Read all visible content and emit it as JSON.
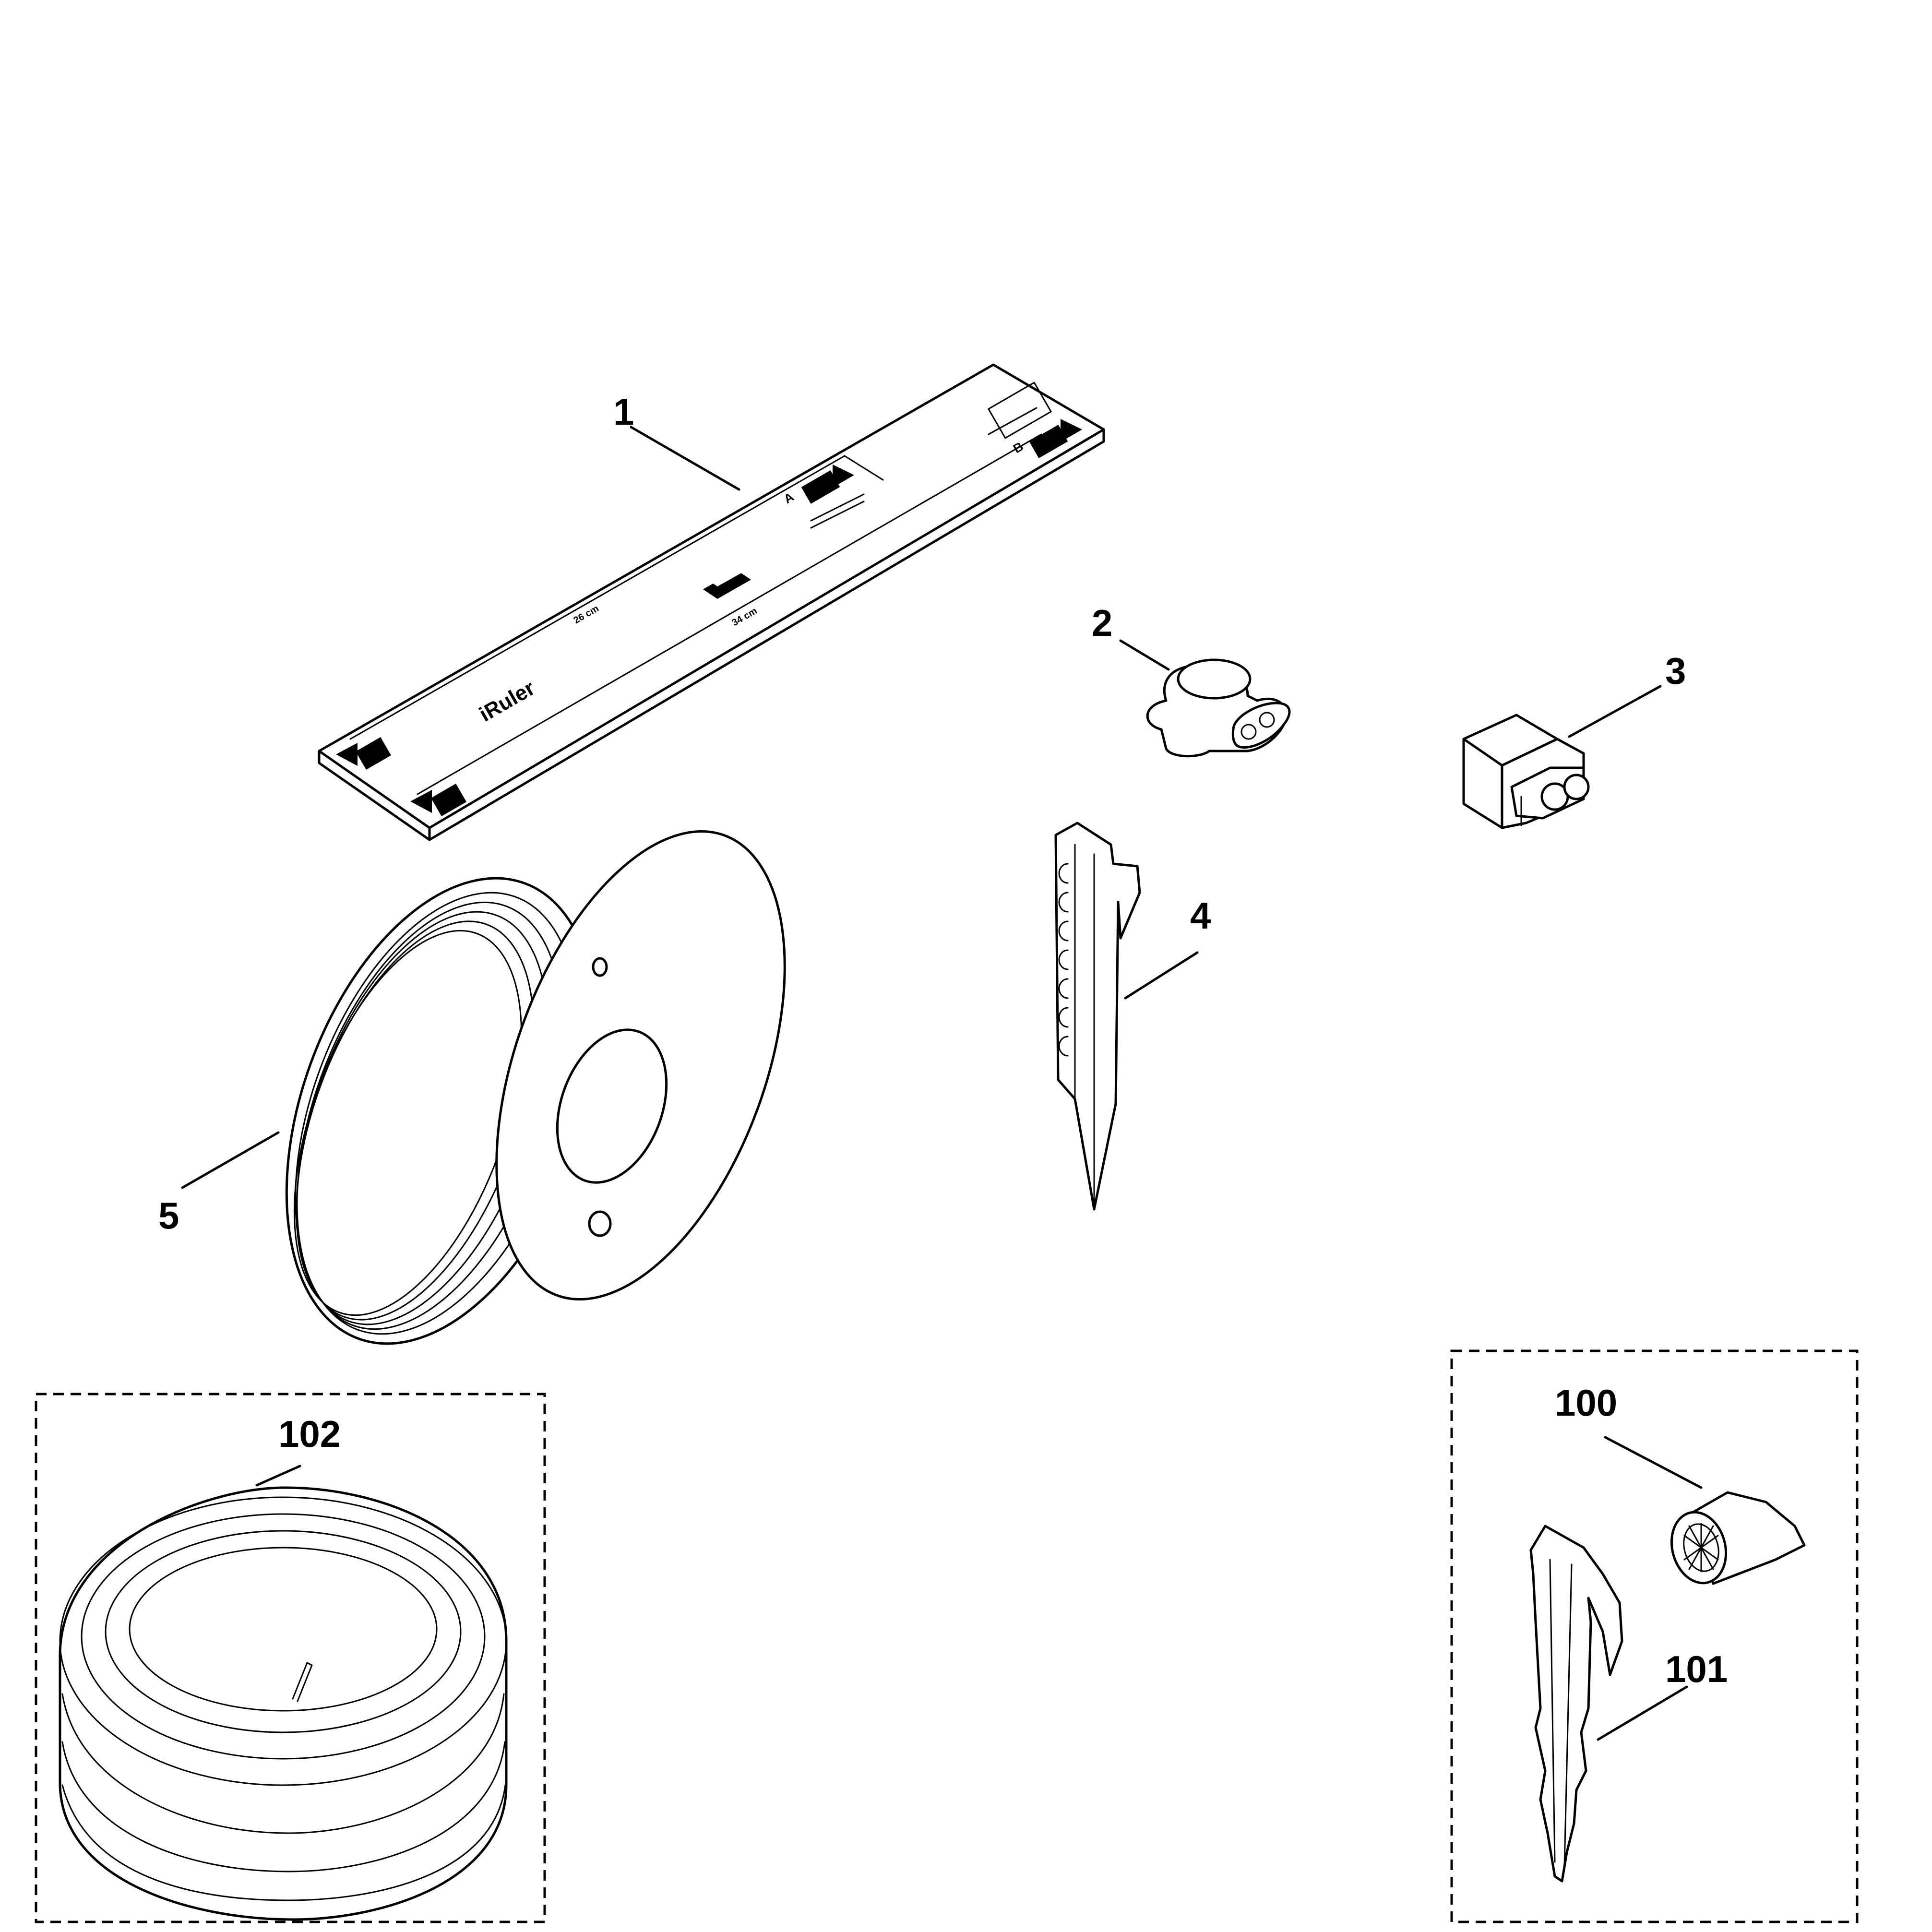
{
  "diagram": {
    "callouts": {
      "c1": "1",
      "c2": "2",
      "c3": "3",
      "c4": "4",
      "c5": "5",
      "c100": "100",
      "c101": "101",
      "c102": "102"
    },
    "ruler": {
      "brand": "iRuler",
      "dim_a": "26 cm",
      "dim_b": "34 cm",
      "mark_a": "A",
      "mark_b": "B"
    }
  }
}
